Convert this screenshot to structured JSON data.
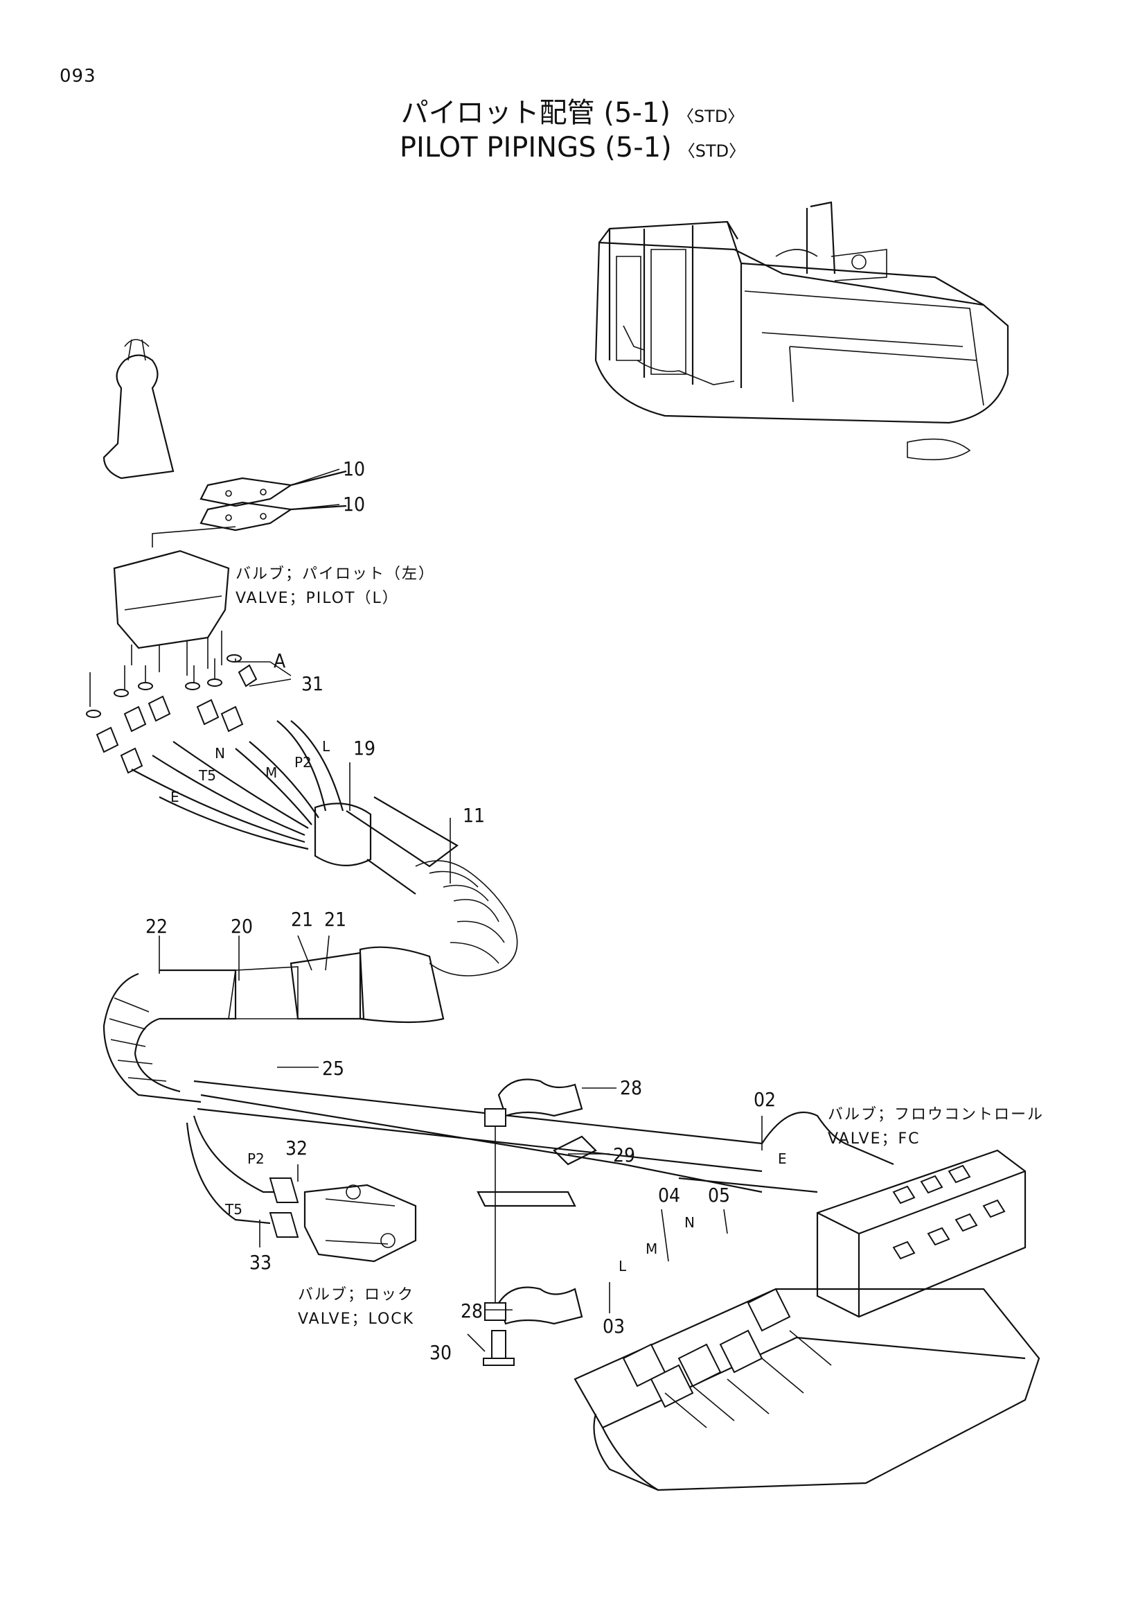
{
  "page_number": "093",
  "title": {
    "jp": "パイロット配管 (5-1)",
    "en": "PILOT PIPINGS (5-1)",
    "tag": "〈STD〉"
  },
  "captions": {
    "valve_pilot_jp": "バルブ；パイロット（左）",
    "valve_pilot_en": "VALVE；PILOT（L）",
    "valve_fc_jp": "バルブ；フロウコントロール",
    "valve_fc_en": "VALVE；FC",
    "valve_lock_jp": "バルブ；ロック",
    "valve_lock_en": "VALVE；LOCK"
  },
  "part_callouts": [
    "10",
    "10",
    "A",
    "31",
    "19",
    "11",
    "22",
    "20",
    "21",
    "21",
    "25",
    "28",
    "29",
    "02",
    "32",
    "04",
    "05",
    "33",
    "28",
    "03",
    "30"
  ],
  "port_letters": [
    "N",
    "L",
    "P2",
    "M",
    "T5",
    "E",
    "E",
    "N",
    "M",
    "L",
    "P2",
    "T5"
  ]
}
